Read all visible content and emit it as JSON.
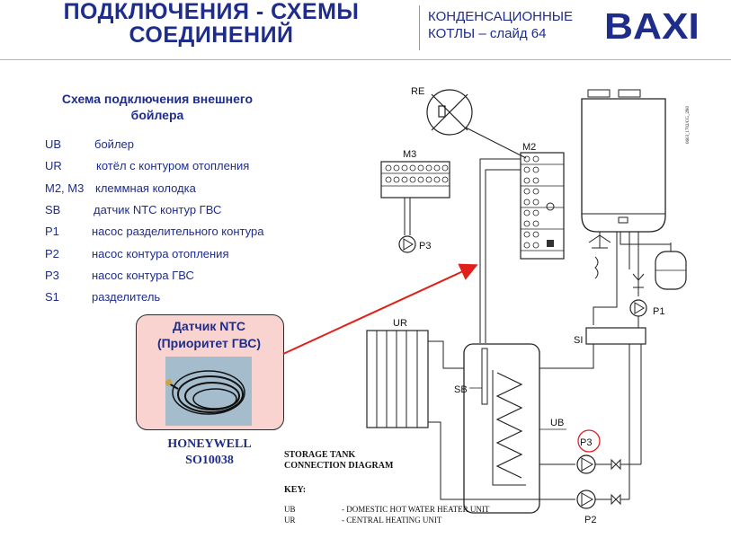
{
  "header": {
    "title_line1": "ПОДКЛЮЧЕНИЯ - СХЕМЫ",
    "title_line2": "СОЕДИНЕНИЙ",
    "subtitle_line1": "КОНДЕНСАЦИОННЫЕ",
    "subtitle_line2": "КОТЛЫ – слайд 64",
    "logo": "BAXI"
  },
  "legend": {
    "title_line1": "Схема подключения внешнего",
    "title_line2": "бойлера",
    "items": [
      {
        "code": "UB",
        "desc": "бойлер"
      },
      {
        "code": "UR",
        "desc": "котёл с контуром отопления"
      },
      {
        "code": "M2, M3",
        "desc": "клеммная колодка"
      },
      {
        "code": "SB",
        "desc": "датчик NTC контур ГВС"
      },
      {
        "code": "P1",
        "desc": "насос разделительного контура"
      },
      {
        "code": "P2",
        "desc": "насос контура отопления"
      },
      {
        "code": "P3",
        "desc": "насос контура ГВС"
      },
      {
        "code": "S1",
        "desc": "разделитель"
      }
    ]
  },
  "sensor": {
    "title_line1": "Датчик NTC",
    "title_line2": "(Приоритет ГВС)",
    "brand": "HONEYWELL",
    "model": "SO10038"
  },
  "diagram": {
    "labels": {
      "re": "RE",
      "m3": "M3",
      "m2": "M2",
      "p3_top": "P3",
      "ur": "UR",
      "sb": "SB",
      "si": "SI",
      "p1": "P1",
      "ub": "UB",
      "p3": "P3",
      "p2": "P2",
      "tiny_code": "0603_1702/CG_2N0"
    },
    "caption": {
      "line1": "STORAGE TANK",
      "line2": "CONNECTION DIAGRAM",
      "key": "KEY:",
      "ub_code": "UB",
      "ub_desc": "- DOMESTIC HOT WATER HEATER UNIT",
      "ur_code": "UR",
      "ur_desc": "- CENTRAL HEATING UNIT"
    },
    "colors": {
      "arrow": "#e0201a",
      "highlight_circle": "#d9232a",
      "text_blue": "#1f2d8a"
    }
  }
}
